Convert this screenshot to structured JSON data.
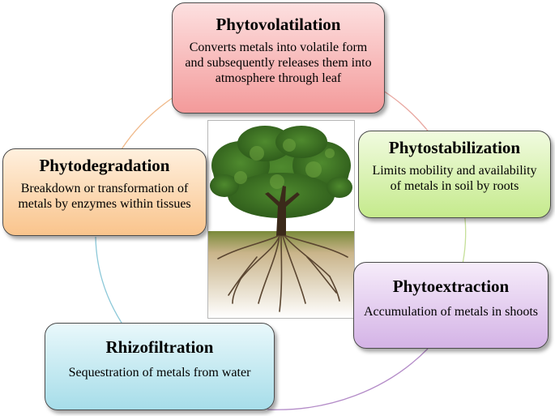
{
  "diagram": {
    "center_image": "tree-with-roots-illustration",
    "nodes": [
      {
        "id": "phytovolatilation",
        "title": "Phytovolatilation",
        "description": "Converts metals into volatile form and subsequently releases them into atmosphere through leaf",
        "color": "#f39a9a"
      },
      {
        "id": "phytostabilization",
        "title": "Phytostabilization",
        "description": "Limits mobility and availability of metals in soil by roots",
        "color": "#c5ea8c"
      },
      {
        "id": "phytoextraction",
        "title": "Phytoextraction",
        "description": "Accumulation of metals in shoots",
        "color": "#d4b3e6"
      },
      {
        "id": "rhizofiltration",
        "title": "Rhizofiltration",
        "description": "Sequestration  of metals from water",
        "color": "#a6dde9"
      },
      {
        "id": "phytodegradation",
        "title": "Phytodegradation",
        "description": "Breakdown or transformation of metals by enzymes  within tissues",
        "color": "#f9c48c"
      }
    ],
    "ring_colors": [
      "#e8a7a0",
      "#c5df98",
      "#b48cc8",
      "#8cc8d8",
      "#f0b98a"
    ]
  }
}
